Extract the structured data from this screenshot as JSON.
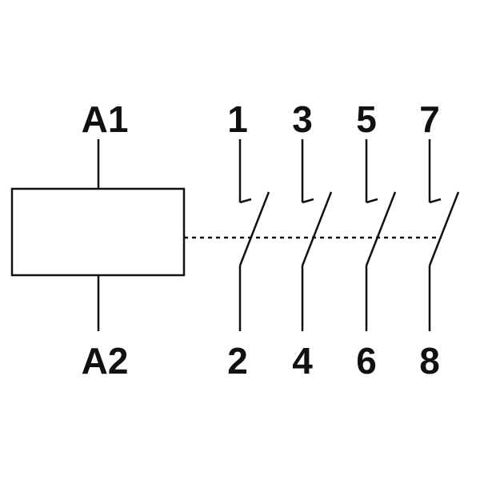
{
  "diagram": {
    "kind": "contactor-schematic",
    "line_color": "#111111",
    "background_color": "#ffffff",
    "coil": {
      "top_label": "A1",
      "bottom_label": "A2"
    },
    "contacts": [
      {
        "top_label": "1",
        "bottom_label": "2"
      },
      {
        "top_label": "3",
        "bottom_label": "4"
      },
      {
        "top_label": "5",
        "bottom_label": "6"
      },
      {
        "top_label": "7",
        "bottom_label": "8"
      }
    ]
  }
}
